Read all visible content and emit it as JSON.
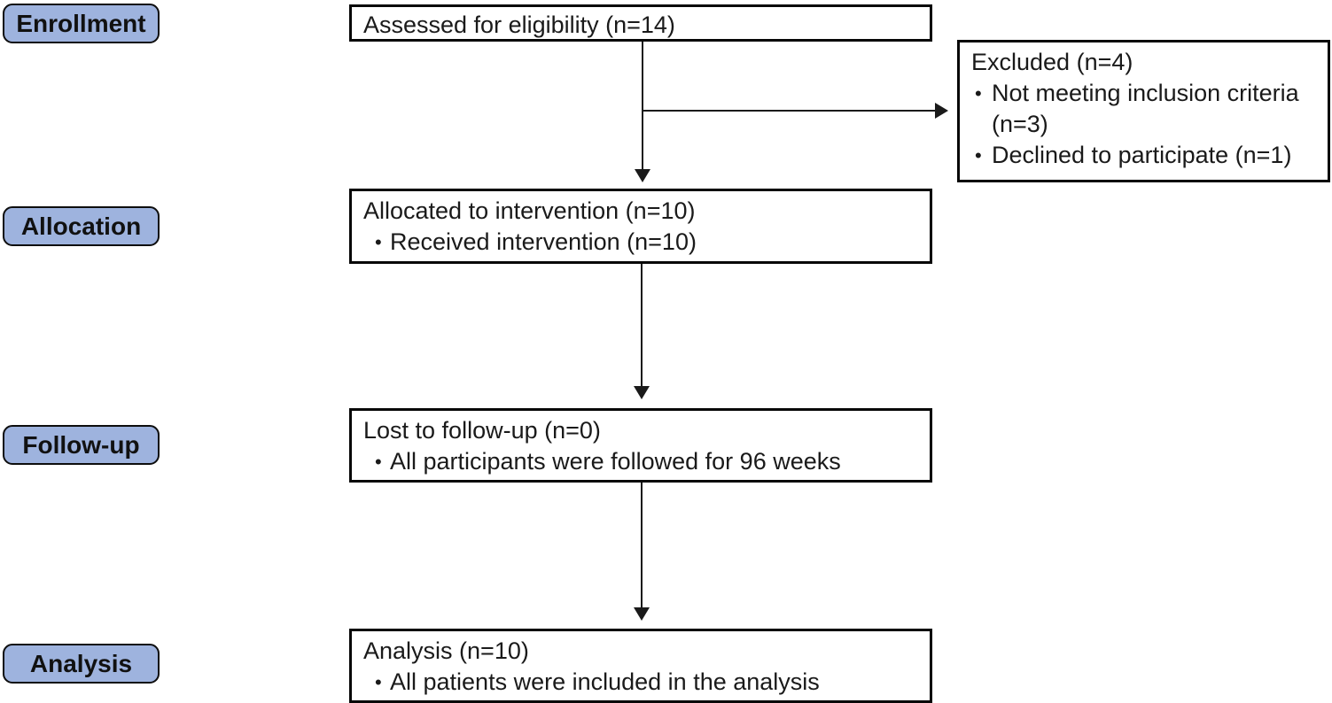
{
  "diagram": {
    "type": "consort-flow-diagram",
    "colors": {
      "stage_fill": "#9EB3DE",
      "stage_border": "#0d0d0d",
      "box_border": "#070707",
      "box_fill": "#ffffff",
      "arrow": "#1a1a1a",
      "text": "#1a1a1a"
    },
    "stages": [
      {
        "label": "Enrollment"
      },
      {
        "label": "Allocation"
      },
      {
        "label": "Follow-up"
      },
      {
        "label": "Analysis"
      }
    ],
    "boxes": {
      "assessed": {
        "title": "Assessed for eligibility (n=14)",
        "bullets": []
      },
      "excluded": {
        "title": "Excluded (n=4)",
        "bullets": [
          "Not meeting inclusion criteria (n=3)",
          "Declined to participate (n=1)"
        ]
      },
      "allocated": {
        "title": "Allocated to intervention (n=10)",
        "bullets": [
          "Received intervention (n=10)"
        ]
      },
      "followup": {
        "title": "Lost to follow-up (n=0)",
        "bullets": [
          "All participants were followed for 96 weeks"
        ]
      },
      "analysis": {
        "title": "Analysis (n=10)",
        "bullets": [
          "All patients were included in the analysis"
        ]
      }
    },
    "bullet_glyph": "•"
  }
}
